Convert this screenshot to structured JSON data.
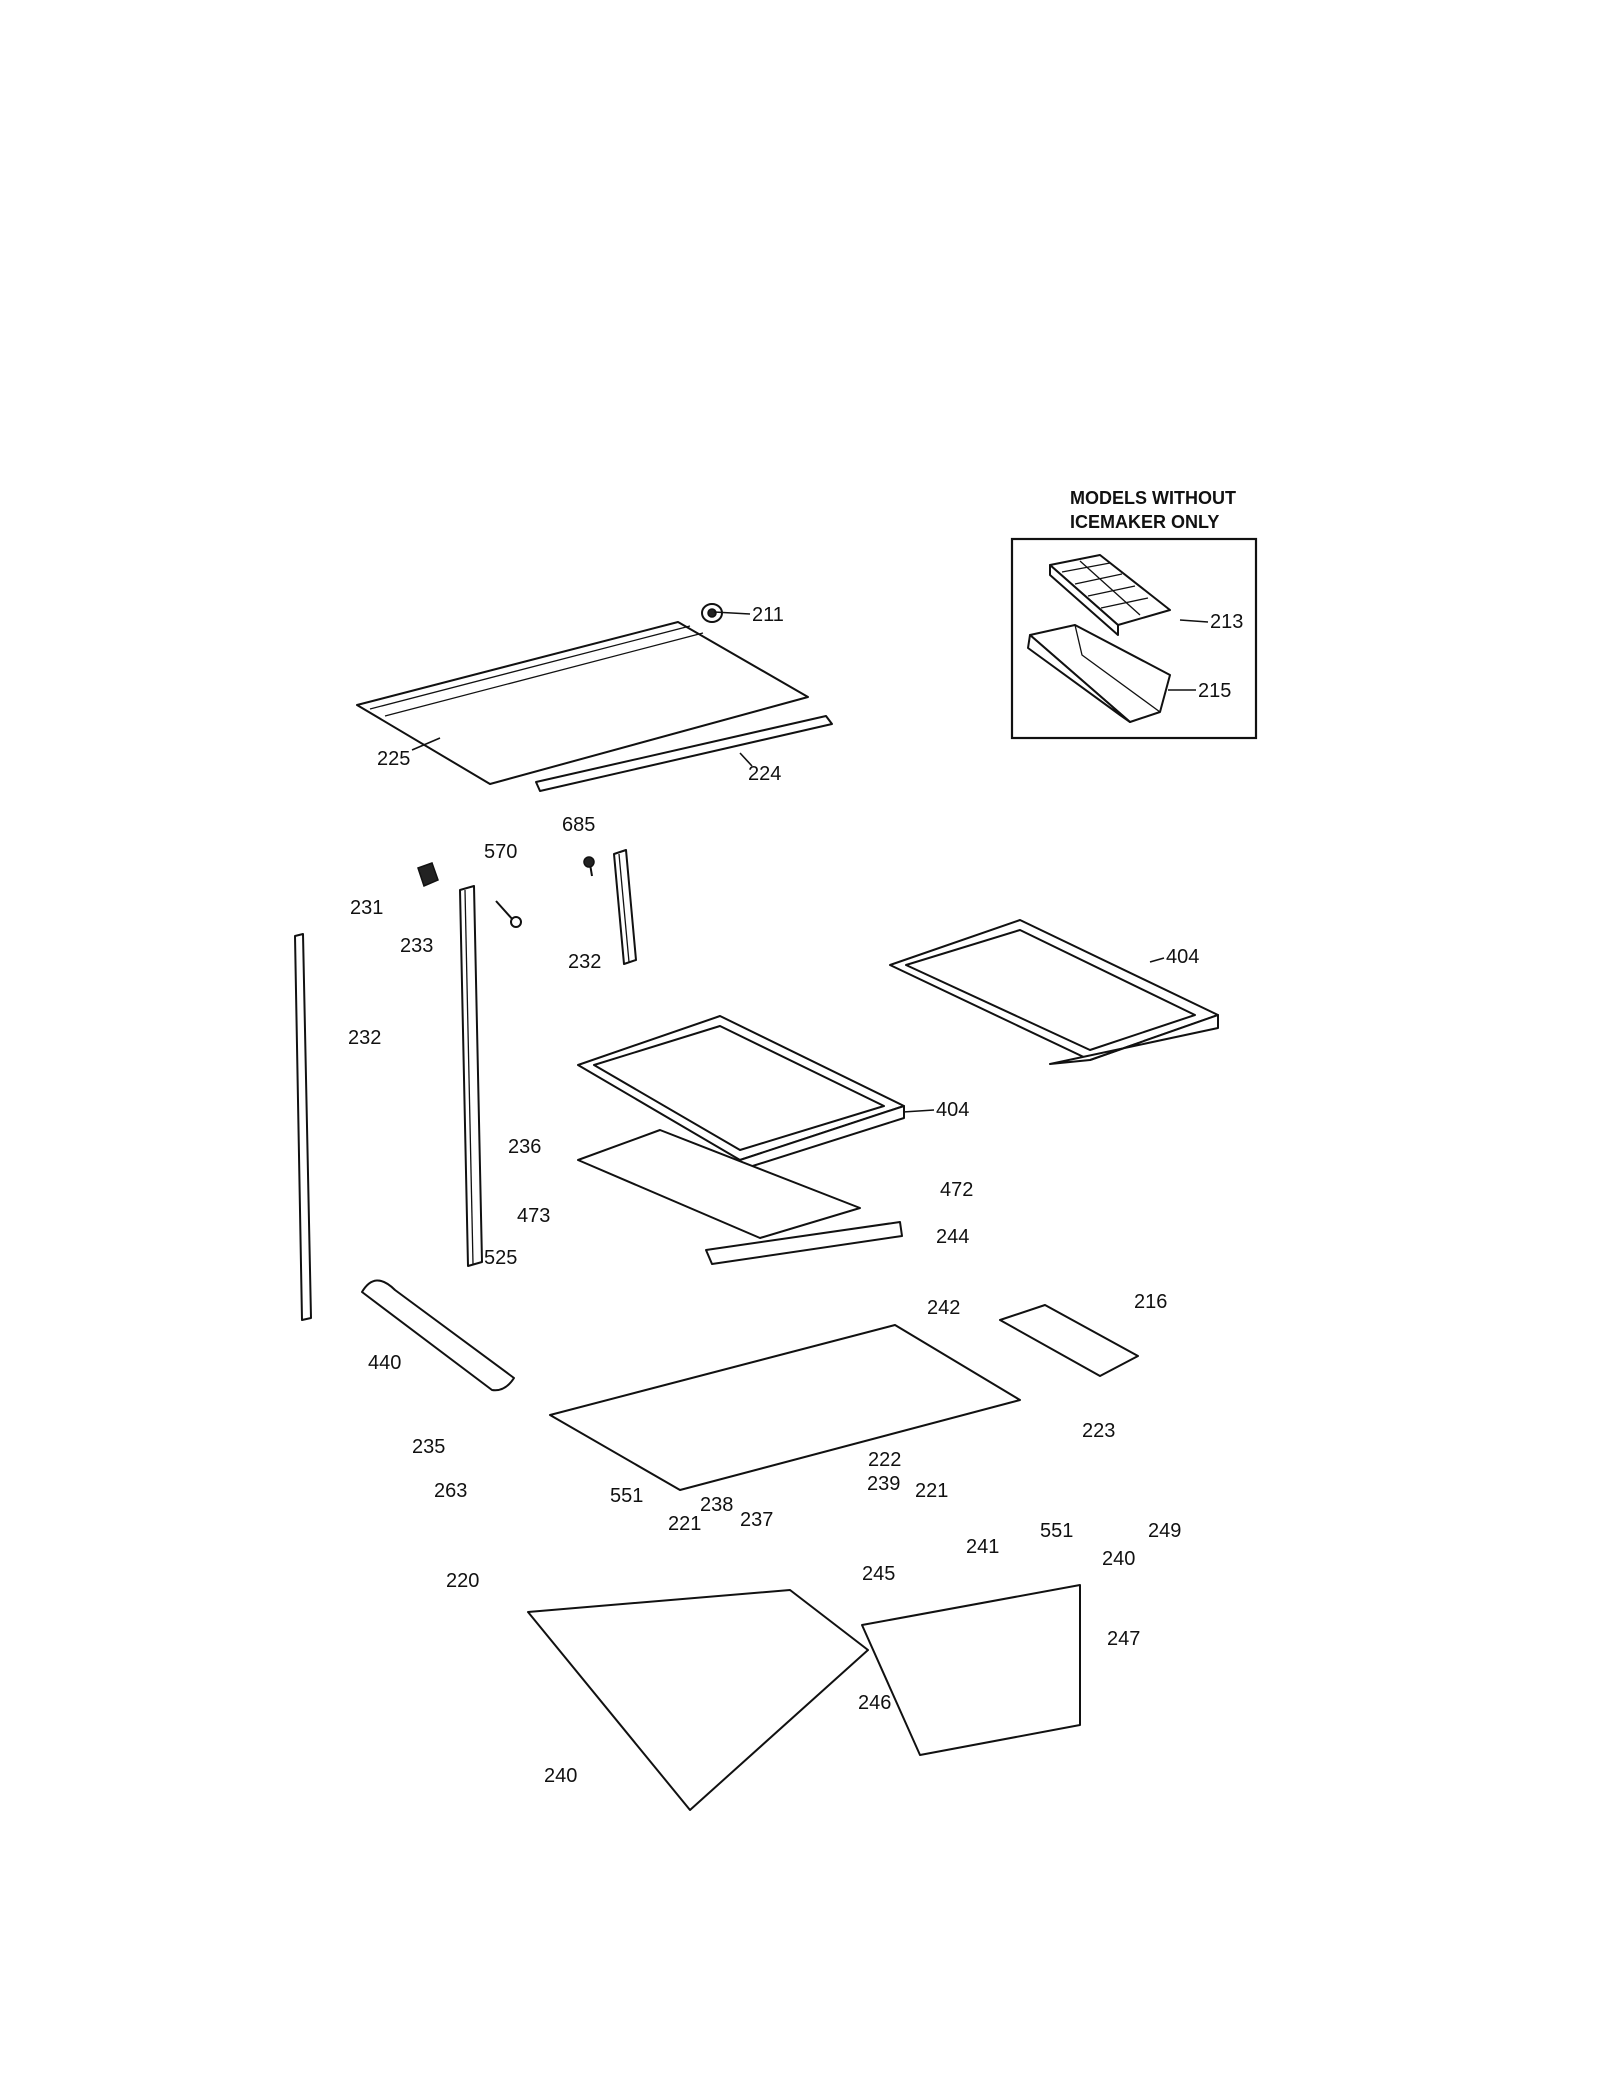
{
  "inset": {
    "title_line1": "MODELS WITHOUT",
    "title_line2": "ICEMAKER ONLY"
  },
  "callouts": {
    "c211": "211",
    "c213": "213",
    "c215": "215",
    "c225": "225",
    "c224": "224",
    "c685": "685",
    "c570": "570",
    "c231": "231",
    "c233": "233",
    "c232a": "232",
    "c232b": "232",
    "c404a": "404",
    "c404b": "404",
    "c236": "236",
    "c472": "472",
    "c473": "473",
    "c244": "244",
    "c525": "525",
    "c216": "216",
    "c242": "242",
    "c440": "440",
    "c235": "235",
    "c223": "223",
    "c222": "222",
    "c263": "263",
    "c551a": "551",
    "c239": "239",
    "c221a": "221",
    "c238": "238",
    "c237": "237",
    "c221b": "221",
    "c551b": "551",
    "c249": "249",
    "c241": "241",
    "c240a": "240",
    "c220": "220",
    "c245": "245",
    "c247": "247",
    "c246": "246",
    "c240b": "240"
  }
}
